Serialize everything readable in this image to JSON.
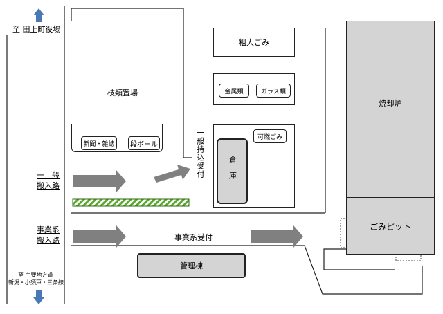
{
  "directions": {
    "north": "至 田上町役場",
    "south_line1": "至 主要地方道",
    "south_line2": "新潟・小須戸・三条線"
  },
  "buildings": {
    "sodai": "粗大ごみ",
    "edarui": "枝類置場",
    "shinbun": "新聞・雑誌",
    "danboru": "段ボール",
    "kinzoku": "金属類",
    "garasu": "ガラス類",
    "kanen": "可燃ごみ",
    "soko": "倉庫",
    "shokyaku": "焼却炉",
    "gomipit": "ごみピット",
    "kanri": "管理棟"
  },
  "routes": {
    "ippan": "一般搬入路",
    "ippan_line1": "一　般",
    "ippan_line2": "搬入路",
    "jigyo_line1": "事業系",
    "jigyo_line2": "搬入路",
    "ippan_uketsuke": "一般持込受付",
    "jigyo_uketsuke": "事業系受付"
  },
  "colors": {
    "building_gray": "#d4d4d4",
    "arrow_gray": "#808080",
    "arrow_blue": "#4a78b5",
    "hatch_green": "#5aaa2a"
  }
}
